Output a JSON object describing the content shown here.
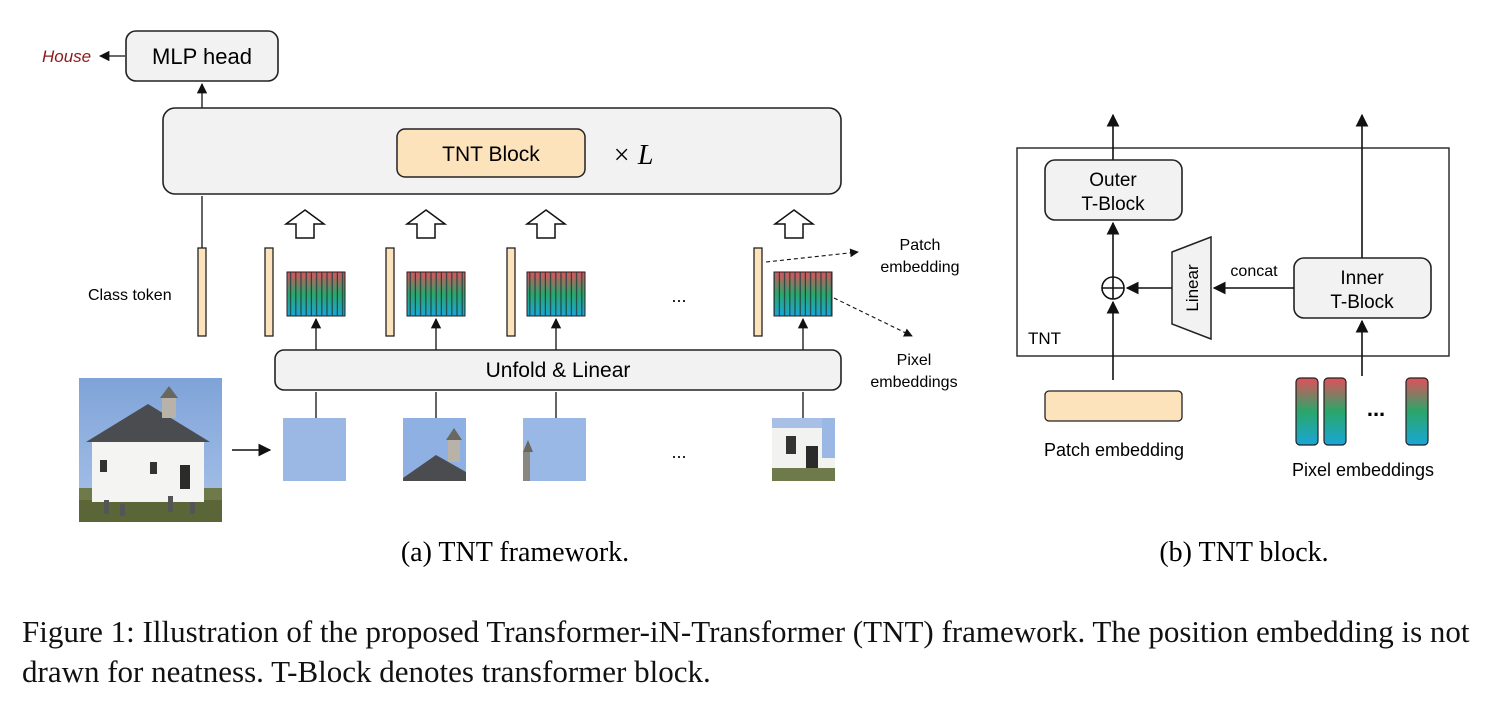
{
  "framework": {
    "output_label": "House",
    "mlp_head": "MLP head",
    "tnt_block": "TNT Block",
    "repeat_label": "× L",
    "class_token": "Class token",
    "unfold_linear": "Unfold & Linear",
    "patch_embedding_label": [
      "Patch",
      "embedding"
    ],
    "pixel_embeddings_label": [
      "Pixel",
      "embeddings"
    ],
    "ellipsis": "...",
    "caption": "(a) TNT framework."
  },
  "block": {
    "outer_block": [
      "Outer",
      "T-Block"
    ],
    "inner_block": [
      "Inner",
      "T-Block"
    ],
    "linear": "Linear",
    "concat": "concat",
    "tnt_label": "TNT",
    "patch_embedding": "Patch embedding",
    "pixel_embeddings": "Pixel embeddings",
    "ellipsis": "...",
    "caption": "(b) TNT block."
  },
  "figure_caption": "Figure 1: Illustration of the proposed Transformer-iN-Transformer (TNT) framework. The position embedding is not drawn for neatness. T-Block denotes transformer block.",
  "colors": {
    "output_label": "#8b1a1a",
    "tnt_block_fill": "#fde3bb",
    "token_fill": "#fde3bb",
    "box_fill": "#f2f2f2",
    "sky": "#9bb8e4",
    "gradient_top": "#e0505a",
    "gradient_mid": "#2aa66a",
    "gradient_bottom": "#1aa6d8"
  }
}
